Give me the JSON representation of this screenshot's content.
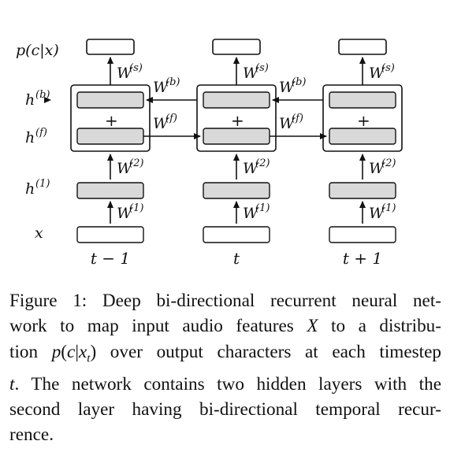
{
  "diagram": {
    "row_labels": {
      "output": "p(c|x)",
      "backward": "h",
      "backward_sup": "(b)",
      "forward": "h",
      "forward_sup": "(f)",
      "hidden1": "h",
      "hidden1_sup": "(1)",
      "input": "x"
    },
    "weights": {
      "W": "W",
      "s": "(s)",
      "b": "(b)",
      "f": "(f)",
      "two": "(2)",
      "one": "(1)"
    },
    "plus": "+",
    "timesteps": [
      "t − 1",
      "t",
      "t + 1"
    ]
  },
  "caption": {
    "lines": [
      "Figure 1: Deep bi-directional recurrent neural net-",
      "work to map input audio features X to a distribu-",
      "tion p(c|xt) over output characters at each timestep",
      "t. The network contains two hidden layers with the",
      "second layer having bi-directional temporal recur-",
      "rence."
    ]
  }
}
